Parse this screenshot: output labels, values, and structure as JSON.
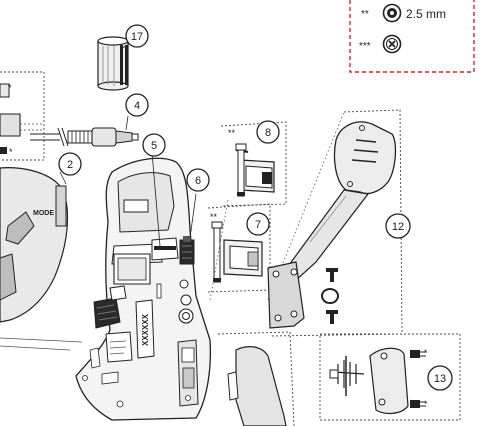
{
  "legend": {
    "rows": [
      {
        "marker": "**",
        "symbol": "flat-screw-head-icon",
        "text": "2.5 mm"
      },
      {
        "marker": "***",
        "symbol": "cross-screw-head-icon",
        "text": ""
      }
    ],
    "border_color": "#d9232d"
  },
  "callouts": [
    "17",
    "4",
    "5",
    "6",
    "8",
    "7",
    "2",
    "12",
    "13"
  ],
  "part_labels": {
    "mode": "MODE",
    "serial": "XXXXXX",
    "star_part_8": "**",
    "star_part_7": "**",
    "star_part_2_top": "*",
    "star_part_2_bottom": "*",
    "star_part_13_top": "*",
    "star_part_13_bottom": "*"
  },
  "colors": {
    "line": "#222222",
    "part_fill": "#f2f2f2",
    "shade": "#c8c8c8",
    "dark": "#1a1a1a"
  }
}
